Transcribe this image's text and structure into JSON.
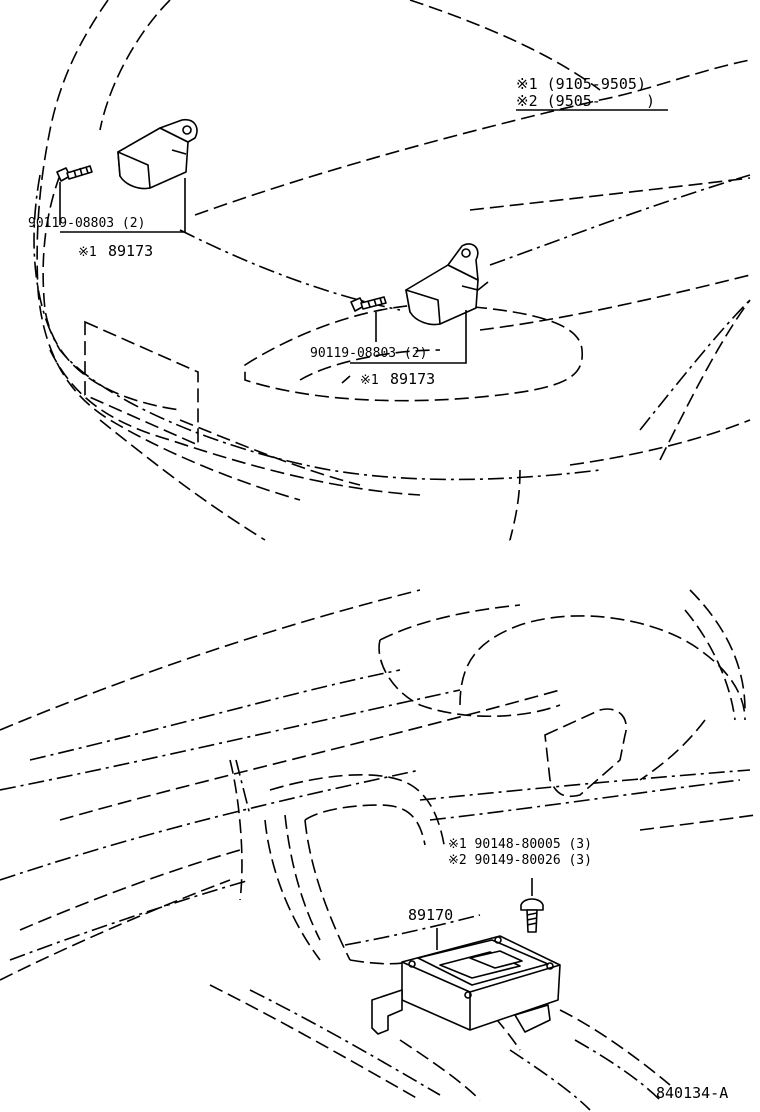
{
  "legend": {
    "line1": "※1 (9105-9505)",
    "line2": "※2 (9505-     )"
  },
  "left_sensor": {
    "bolt_part": "90119-08803 (2)",
    "sensor_note": "※1",
    "sensor_part": "89173"
  },
  "right_sensor": {
    "bolt_part": "90119-08803 (2)",
    "sensor_note": "※1",
    "sensor_part": "89173"
  },
  "control_unit": {
    "screw_line1": "※1 90148-80005 (3)",
    "screw_line2": "※2 90149-80026 (3)",
    "unit_part": "89170"
  },
  "diagram_code": "840134-A"
}
